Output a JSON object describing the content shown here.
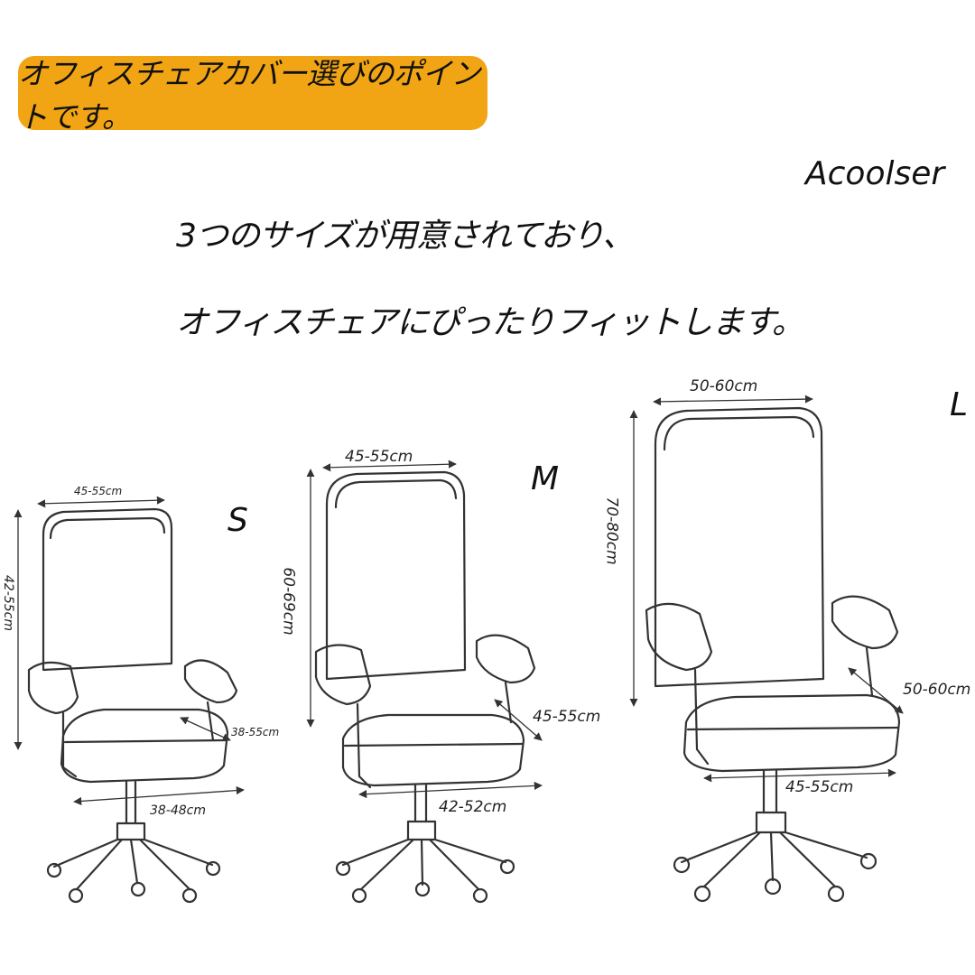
{
  "title": "オフィスチェアカバー選びのポイントです。",
  "brand": "Acoolser",
  "description": [
    "3つのサイズが用意されており、",
    "オフィスチェアにぴったりフィットします。"
  ],
  "colors": {
    "banner": "#f2a514",
    "line": "#333333",
    "text": "#111111"
  },
  "sizes": [
    {
      "label": "S",
      "back_width": "45-55cm",
      "back_height": "42-55cm",
      "armrest": "38-55cm",
      "seat": "38-48cm"
    },
    {
      "label": "M",
      "back_width": "45-55cm",
      "back_height": "60-69cm",
      "armrest": "45-55cm",
      "seat": "42-52cm"
    },
    {
      "label": "L",
      "back_width": "50-60cm",
      "back_height": "70-80cm",
      "armrest": "50-60cm",
      "seat": "45-55cm"
    }
  ]
}
